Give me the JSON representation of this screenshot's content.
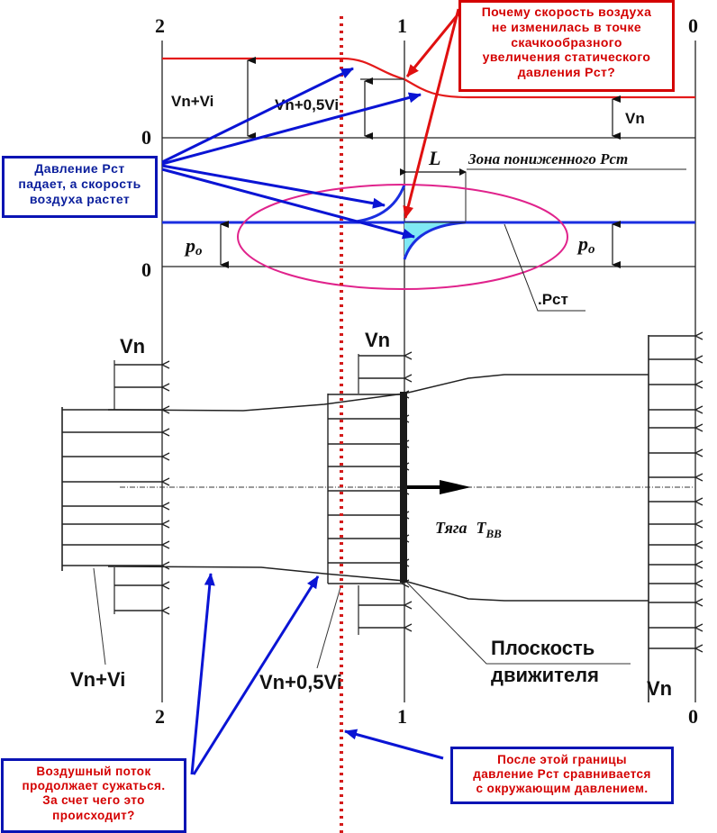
{
  "diagram": {
    "title": "Airflow through propulsor disk: velocity and static pressure distribution",
    "section_labels": {
      "top": [
        "2",
        "1",
        "0"
      ],
      "velocity_zero": "0",
      "pressure_zero": "0",
      "bottom": [
        "2",
        "1",
        "0"
      ]
    },
    "velocity_graph": {
      "label_far_wake": "Vn+Vi",
      "label_disk": "Vn+0,5Vi",
      "label_freestream": "Vn",
      "curve_color": "#e41a1a"
    },
    "pressure_graph": {
      "zone_label": "Зона пониженного Рст",
      "length_label": "L",
      "p0_left": "p",
      "p0_left_sub": "o",
      "p0_right": "p",
      "p0_right_sub": "o",
      "pst_label": ".Рст",
      "curve_color": "#1a2ee0",
      "fill_color": "#7fe8f4",
      "highlight_ellipse_color": "#e0238c"
    },
    "flow_diagram": {
      "vn_label_left": "Vn",
      "vn_label_mid": "Vn",
      "vn_label_right": "Vn",
      "far_wake_label": "Vn+Vi",
      "disk_label": "Vn+0,5Vi",
      "thrust_label": "Тяга",
      "thrust_symbol": "T",
      "thrust_subscript": "BB",
      "disk_plane_label_1": "Плоскость",
      "disk_plane_label_2": "движителя"
    },
    "boundary_line_color": "#d41c1c",
    "annotations": {
      "top_right_question": [
        "Почему скорость воздуха",
        "не изменилась в точке",
        "скачкообразного",
        "увеличения статического",
        "давления Рст?"
      ],
      "left_note": [
        "Давление Рст",
        "падает, а скорость",
        "воздуха растет"
      ],
      "bottom_left_question": [
        "Воздушный поток",
        "продолжает сужаться.",
        "За счет чего это",
        "происходит?"
      ],
      "bottom_right_note": [
        "После этой границы",
        "давление Рст сравнивается",
        "с окружающим давлением."
      ]
    }
  }
}
